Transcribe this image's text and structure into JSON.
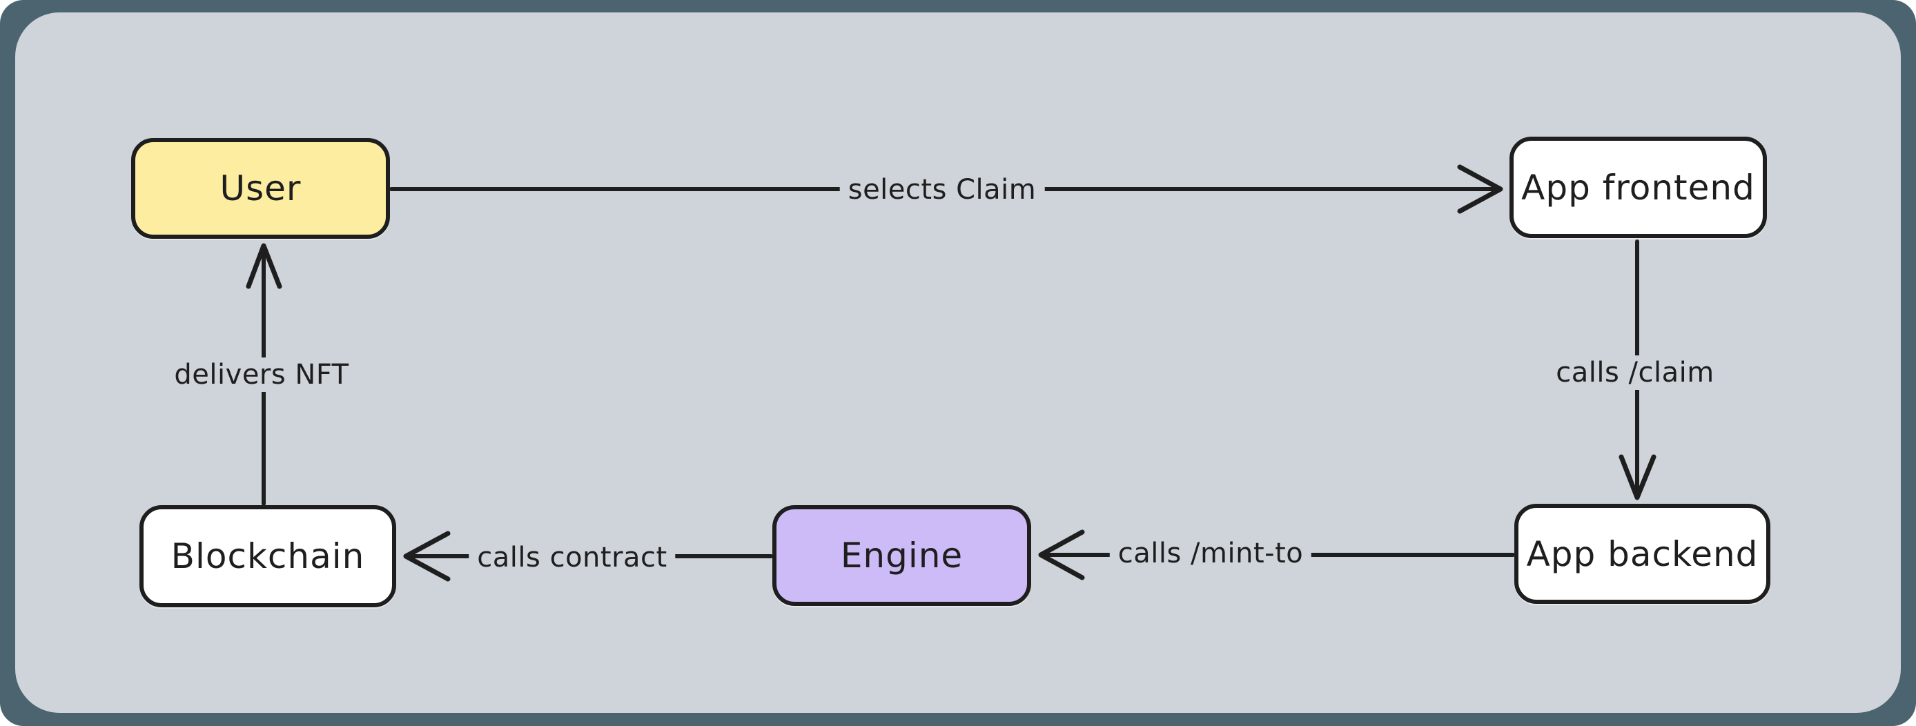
{
  "diagram": {
    "style": "hand-drawn-whiteboard",
    "colors": {
      "frame_background": "#4c6470",
      "canvas_background": "#cfd3da",
      "stroke": "#1e1e1e",
      "node_default_fill": "#ffffff",
      "node_user_fill": "#fceda0",
      "node_engine_fill": "#ccbbf7"
    },
    "nodes": [
      {
        "id": "user",
        "label": "User",
        "fill": "#fceda0"
      },
      {
        "id": "app-frontend",
        "label": "App frontend",
        "fill": "#ffffff"
      },
      {
        "id": "app-backend",
        "label": "App backend",
        "fill": "#ffffff"
      },
      {
        "id": "engine",
        "label": "Engine",
        "fill": "#ccbbf7"
      },
      {
        "id": "blockchain",
        "label": "Blockchain",
        "fill": "#ffffff"
      }
    ],
    "edges": [
      {
        "from": "user",
        "to": "app-frontend",
        "label": "selects Claim",
        "direction": "right"
      },
      {
        "from": "app-frontend",
        "to": "app-backend",
        "label": "calls /claim",
        "direction": "down"
      },
      {
        "from": "app-backend",
        "to": "engine",
        "label": "calls /mint-to",
        "direction": "left"
      },
      {
        "from": "engine",
        "to": "blockchain",
        "label": "calls contract",
        "direction": "left"
      },
      {
        "from": "blockchain",
        "to": "user",
        "label": "delivers NFT",
        "direction": "up"
      }
    ]
  }
}
